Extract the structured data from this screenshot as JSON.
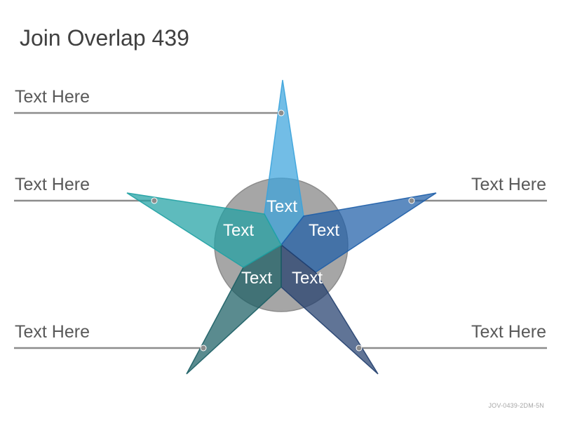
{
  "title": "Join Overlap 439",
  "footer_code": "JOV-0439-2DM-5N",
  "callouts": [
    {
      "label": "Text Here"
    },
    {
      "label": "Text Here"
    },
    {
      "label": "Text Here"
    },
    {
      "label": "Text Here"
    },
    {
      "label": "Text Here"
    }
  ],
  "arms": [
    {
      "label": "Text",
      "color": "#3ba3dc"
    },
    {
      "label": "Text",
      "color": "#1e5ea8"
    },
    {
      "label": "Text",
      "color": "#223f6e"
    },
    {
      "label": "Text",
      "color": "#1b5e64"
    },
    {
      "label": "Text",
      "color": "#20a1a3"
    }
  ],
  "colors": {
    "center_circle": "#a6a6a6",
    "leader_line": "#8c8c8c",
    "title_text": "#404040",
    "callout_text": "#595959"
  }
}
